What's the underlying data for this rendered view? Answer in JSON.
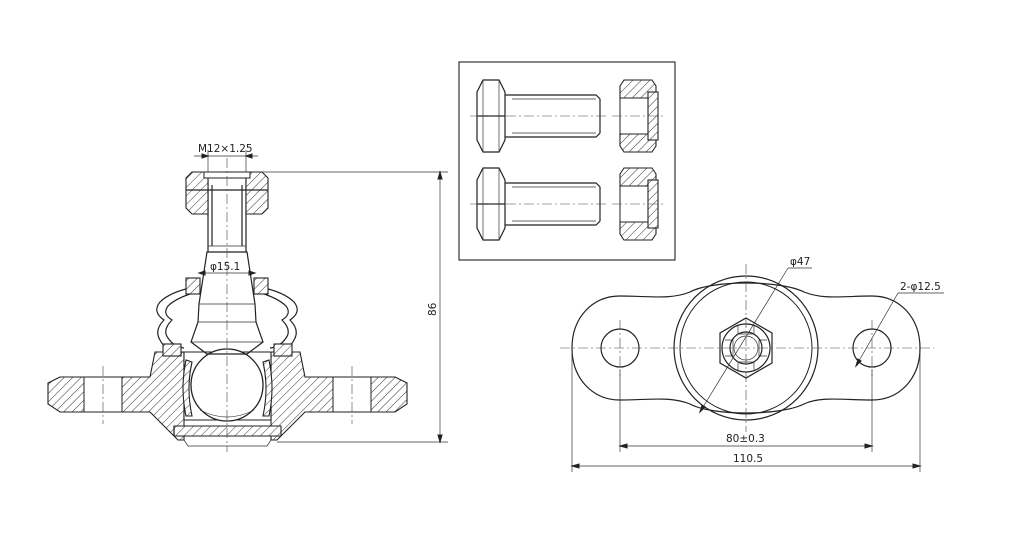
{
  "dimensions": {
    "thread": "M12×1.25",
    "taper_dia": "φ15.1",
    "height": "86",
    "ball_dia": "φ47",
    "hole_spec": "2-φ12.5",
    "hole_spacing": "80±0.3",
    "overall_length": "110.5"
  }
}
